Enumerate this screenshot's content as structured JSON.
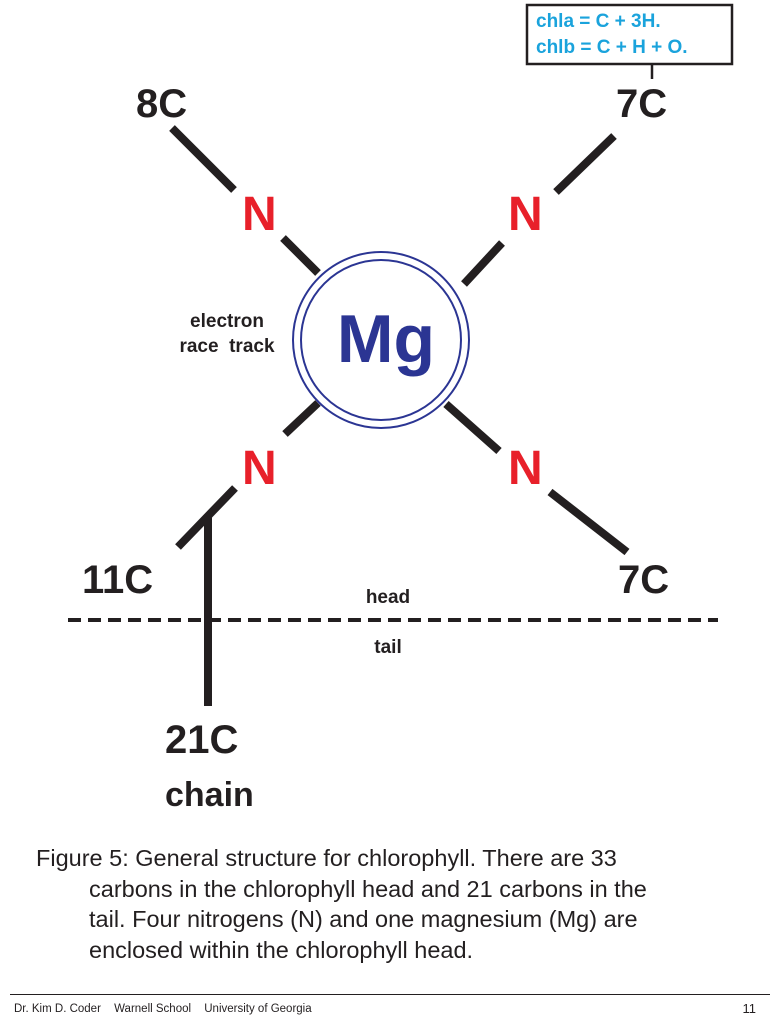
{
  "diagram": {
    "note_line1": "chla = C + 3H.",
    "note_line2": "chlb = C + H + O.",
    "carbon_top_left": "8C",
    "carbon_top_right": "7C",
    "carbon_bottom_left": "11C",
    "carbon_bottom_right": "7C",
    "nitrogen": "N",
    "center": "Mg",
    "ring_label_line1": "electron",
    "ring_label_line2": "race  track",
    "head_label": "head",
    "tail_label": "tail",
    "tail_carbons": "21C",
    "tail_name": "chain"
  },
  "caption": {
    "line1": "Figure 5:  General structure for chlorophyll.  There are 33",
    "line2": "carbons in the chlorophyll head and 21 carbons in the",
    "line3": "tail.  Four nitrogens (N) and one magnesium (Mg) are",
    "line4": "enclosed within the chlorophyll head."
  },
  "footer": {
    "author": "Dr. Kim D. Coder",
    "school": "Warnell School",
    "university": "University of Georgia",
    "page": "11"
  },
  "colors": {
    "nitrogen": "#e8202a",
    "magnesium": "#2b3593",
    "note": "#1aa3dc",
    "ink": "#231f20"
  }
}
